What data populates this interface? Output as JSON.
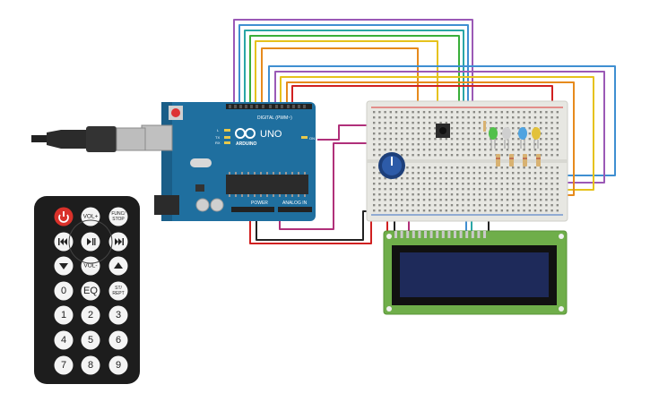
{
  "arduino": {
    "brand": "UNO",
    "logo_text": "ARDUINO",
    "digital_label": "DIGITAL (PWM~)",
    "power_label": "POWER",
    "analog_label": "ANALOG IN",
    "led_labels": [
      "L",
      "TX",
      "RX"
    ],
    "on_label": "ON"
  },
  "remote": {
    "buttons": [
      {
        "label": "",
        "icon": "power-icon",
        "name": "power-button"
      },
      {
        "label": "VOL+",
        "name": "vol-up-button"
      },
      {
        "label": "FUNC/STOP",
        "name": "func-stop-button"
      },
      {
        "label": "",
        "icon": "previous-icon",
        "name": "previous-button"
      },
      {
        "label": "",
        "icon": "play-pause-icon",
        "name": "play-pause-button"
      },
      {
        "label": "",
        "icon": "next-icon",
        "name": "next-button"
      },
      {
        "label": "",
        "icon": "down-icon",
        "name": "down-button"
      },
      {
        "label": "VOL-",
        "name": "vol-down-button"
      },
      {
        "label": "",
        "icon": "up-icon",
        "name": "up-button"
      },
      {
        "label": "0",
        "name": "digit-0-button"
      },
      {
        "label": "EQ",
        "name": "eq-button"
      },
      {
        "label": "ST/REPT",
        "name": "st-rept-button"
      },
      {
        "label": "1",
        "name": "digit-1-button"
      },
      {
        "label": "2",
        "name": "digit-2-button"
      },
      {
        "label": "3",
        "name": "digit-3-button"
      },
      {
        "label": "4",
        "name": "digit-4-button"
      },
      {
        "label": "5",
        "name": "digit-5-button"
      },
      {
        "label": "6",
        "name": "digit-6-button"
      },
      {
        "label": "7",
        "name": "digit-7-button"
      },
      {
        "label": "8",
        "name": "digit-8-button"
      },
      {
        "label": "9",
        "name": "digit-9-button"
      }
    ]
  },
  "colors": {
    "board": "#1f6f9f",
    "breadboard": "#e7e7e2",
    "lcd_pcb": "#6fae4a",
    "lcd_screen": "#1e2a5a",
    "remote_body": "#1d1d1d",
    "power_button": "#d9312a",
    "wire_red": "#d02020",
    "wire_black": "#222222"
  },
  "leds": [
    "green-led",
    "white-led",
    "blue-led",
    "yellow-led"
  ]
}
